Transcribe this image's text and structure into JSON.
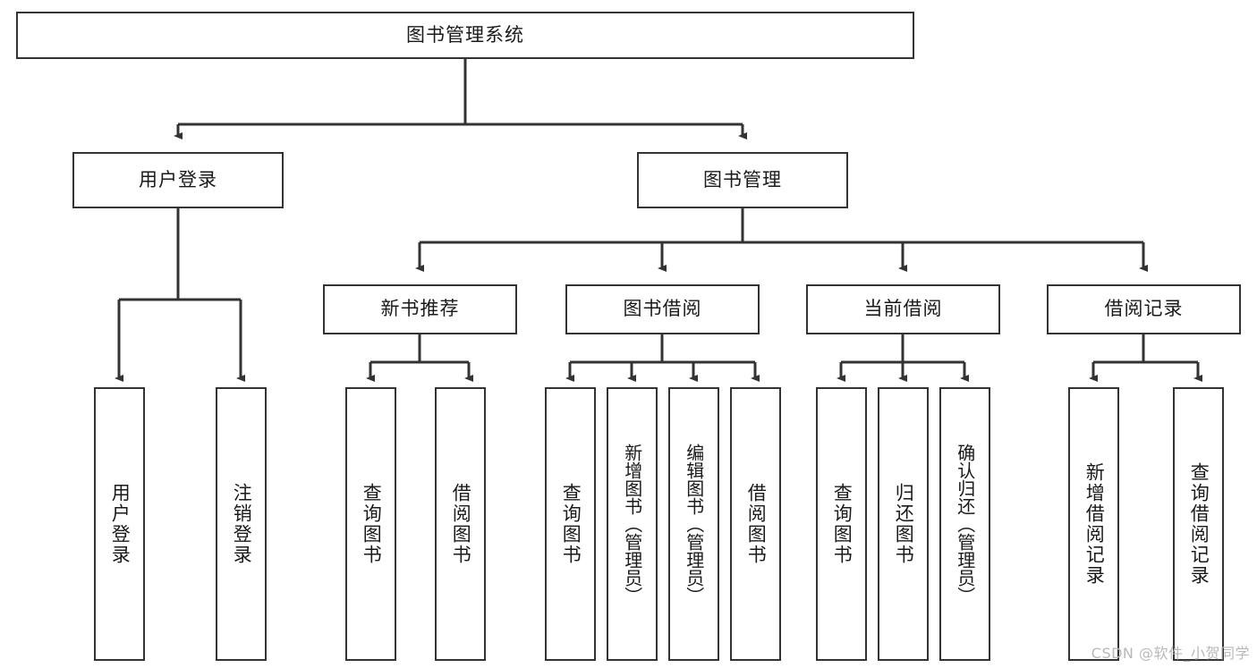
{
  "diagram": {
    "title": "图书管理系统",
    "type": "tree-hierarchy-diagram",
    "watermark": "CSDN @软件_小贺同学",
    "colors": {
      "stroke": "#333333",
      "fill": "#ffffff",
      "text": "#1a1a1a",
      "watermark": "#b8b8b8"
    },
    "root": {
      "label": "图书管理系统"
    },
    "level2": [
      {
        "label": "用户登录"
      },
      {
        "label": "图书管理"
      }
    ],
    "level3": [
      {
        "label": "新书推荐"
      },
      {
        "label": "图书借阅"
      },
      {
        "label": "当前借阅"
      },
      {
        "label": "借阅记录"
      }
    ],
    "leaves": {
      "user_login": [
        {
          "label": "用户登录"
        },
        {
          "label": "注销登录"
        }
      ],
      "new_book": [
        {
          "label": "查询图书"
        },
        {
          "label": "借阅图书"
        }
      ],
      "book_borrow": [
        {
          "label": "查询图书"
        },
        {
          "label": "新增图书（管理员）"
        },
        {
          "label": "编辑图书（管理员）"
        },
        {
          "label": "借阅图书"
        }
      ],
      "current_borrow": [
        {
          "label": "查询图书"
        },
        {
          "label": "归还图书"
        },
        {
          "label": "确认归还（管理员）"
        }
      ],
      "borrow_record": [
        {
          "label": "新增借阅记录"
        },
        {
          "label": "查询借阅记录"
        }
      ]
    }
  }
}
